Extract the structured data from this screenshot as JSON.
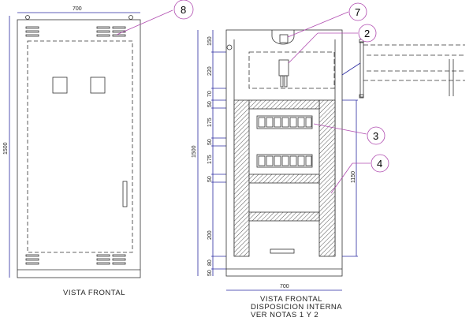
{
  "left_view": {
    "width_dim": "700",
    "height_dim": "1500",
    "title": "VISTA FRONTAL",
    "callout": "8"
  },
  "right_view": {
    "height_dim": "1500",
    "width_dim": "700",
    "inner_dim": "1150",
    "segment_dims": [
      "150",
      "220",
      "70",
      "50",
      "175",
      "50",
      "175",
      "50",
      "200",
      "80",
      "50"
    ],
    "callouts": [
      "7",
      "2",
      "3",
      "4"
    ],
    "title_lines": [
      "VISTA FRONTAL",
      "DISPOSICION INTERNA",
      "VER NOTAS 1 Y 2"
    ]
  },
  "colors": {
    "line": "#333333",
    "callout": "#b04cb0",
    "dim": "#2a2aa0"
  }
}
